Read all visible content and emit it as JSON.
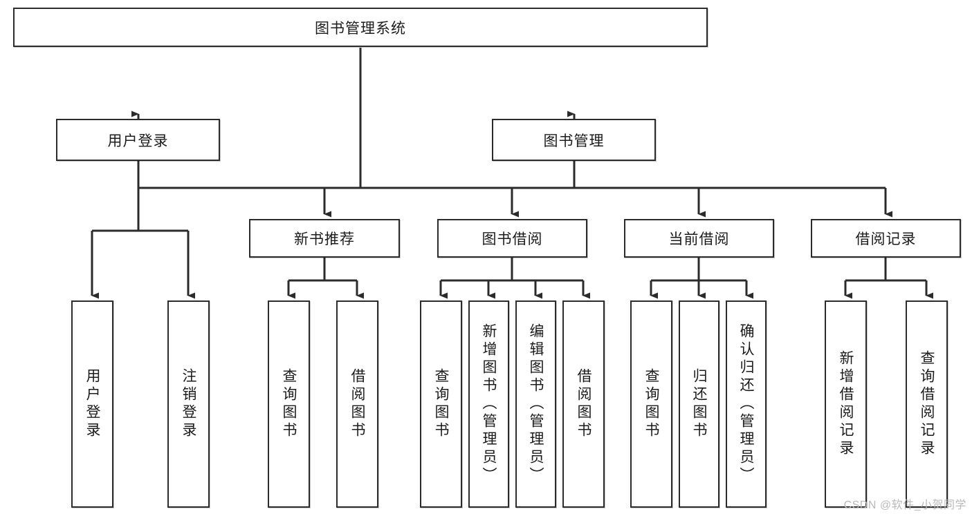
{
  "diagram": {
    "type": "tree-hierarchy-chart",
    "title": "图书管理系统",
    "line_color": "#2b2b2b",
    "box_fill": "#ffffff",
    "text_color": "#1b1b1b",
    "nodes": {
      "root": {
        "label": "图书管理系统",
        "orientation": "horizontal"
      },
      "level1": [
        {
          "id": "user-login",
          "label": "用户登录",
          "orientation": "horizontal"
        },
        {
          "id": "book-manage",
          "label": "图书管理",
          "orientation": "horizontal"
        }
      ],
      "level2": [
        {
          "id": "new-book-recommend",
          "label": "新书推荐",
          "orientation": "horizontal"
        },
        {
          "id": "book-borrow",
          "label": "图书借阅",
          "orientation": "horizontal"
        },
        {
          "id": "current-borrow",
          "label": "当前借阅",
          "orientation": "horizontal"
        },
        {
          "id": "borrow-record",
          "label": "借阅记录",
          "orientation": "horizontal"
        }
      ],
      "leaves": [
        {
          "id": "leaf-user-login",
          "label": "用户登录",
          "parent": "user-login",
          "orientation": "vertical"
        },
        {
          "id": "leaf-logout-login",
          "label": "注销登录",
          "parent": "user-login",
          "orientation": "vertical"
        },
        {
          "id": "leaf-query-book-1",
          "label": "查询图书",
          "parent": "new-book-recommend",
          "orientation": "vertical"
        },
        {
          "id": "leaf-borrow-book-1",
          "label": "借阅图书",
          "parent": "new-book-recommend",
          "orientation": "vertical"
        },
        {
          "id": "leaf-query-book-2",
          "label": "查询图书",
          "parent": "book-borrow",
          "orientation": "vertical"
        },
        {
          "id": "leaf-add-book",
          "label": "新增图书（管理员）",
          "parent": "book-borrow",
          "orientation": "vertical"
        },
        {
          "id": "leaf-edit-book",
          "label": "编辑图书（管理员）",
          "parent": "book-borrow",
          "orientation": "vertical"
        },
        {
          "id": "leaf-borrow-book-2",
          "label": "借阅图书",
          "parent": "book-borrow",
          "orientation": "vertical"
        },
        {
          "id": "leaf-query-book-3",
          "label": "查询图书",
          "parent": "current-borrow",
          "orientation": "vertical"
        },
        {
          "id": "leaf-return-book",
          "label": "归还图书",
          "parent": "current-borrow",
          "orientation": "vertical"
        },
        {
          "id": "leaf-confirm-return",
          "label": "确认归还（管理员）",
          "parent": "current-borrow",
          "orientation": "vertical"
        },
        {
          "id": "leaf-add-borrow-record",
          "label": "新增借阅记录",
          "parent": "borrow-record",
          "orientation": "vertical"
        },
        {
          "id": "leaf-query-borrow-record",
          "label": "查询借阅记录",
          "parent": "borrow-record",
          "orientation": "vertical"
        }
      ]
    }
  },
  "watermark": {
    "text": "CSDN @软件_小贺同学"
  }
}
